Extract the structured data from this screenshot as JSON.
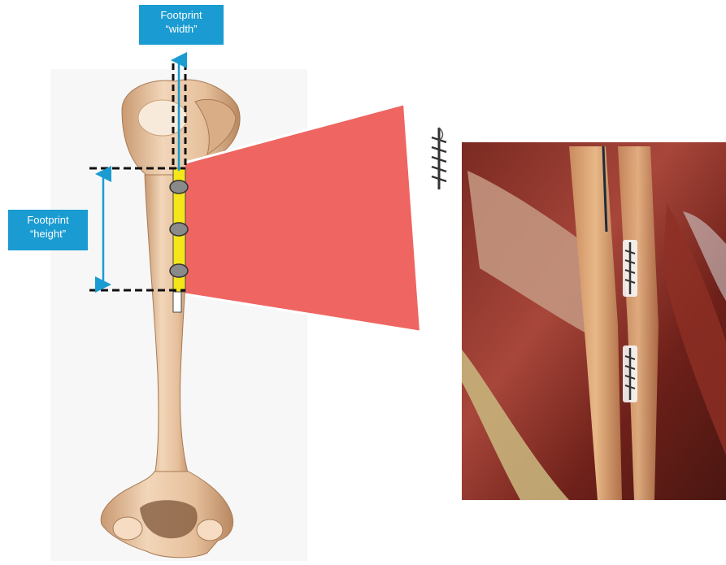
{
  "labels": {
    "width": {
      "line1": "Footprint",
      "line2": "“width”"
    },
    "height": {
      "line1": "Footprint",
      "line2": "“height”"
    }
  },
  "colors": {
    "label_bg": "#1a9bd1",
    "footprint_wedge": "#ef6561",
    "footprint_strip": "#f5e61a",
    "bone": "#e9c6a4",
    "bone_shadow": "#b98a63"
  },
  "icons": [
    "suture-anchor-icon",
    "dashed-measure-line",
    "arrow-icon"
  ]
}
